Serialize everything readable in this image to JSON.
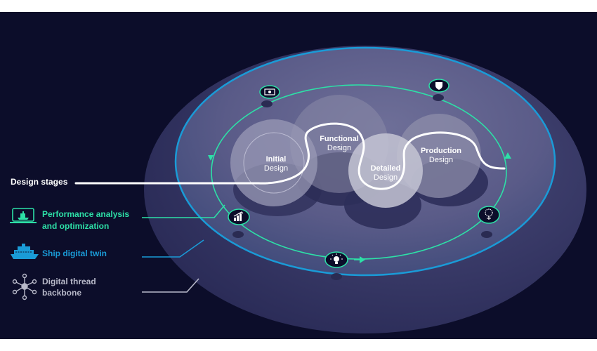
{
  "legend": {
    "design_stages": "Design stages",
    "performance_line1": "Performance analysis",
    "performance_line2": "and optimization",
    "ship_digital_twin": "Ship digital twin",
    "digital_thread_line1": "Digital thread",
    "digital_thread_line2": "backbone"
  },
  "stages": {
    "initial_bold": "Initial",
    "initial_sub": "Design",
    "functional_bold": "Functional",
    "functional_sub": "Design",
    "detailed_bold": "Detailed",
    "detailed_sub": "Design",
    "production_bold": "Production",
    "production_sub": "Design"
  },
  "icons": {
    "top_left": "money-icon",
    "top_right": "shield-icon",
    "left": "growth-chart-icon",
    "right": "network-tree-icon",
    "bottom": "lightbulb-icon"
  },
  "colors": {
    "background": "#0c0d2a",
    "accent_green": "#2de0a7",
    "accent_blue": "#1a9bd7",
    "thread_gray": "#b8b9c9",
    "white": "#ffffff"
  }
}
